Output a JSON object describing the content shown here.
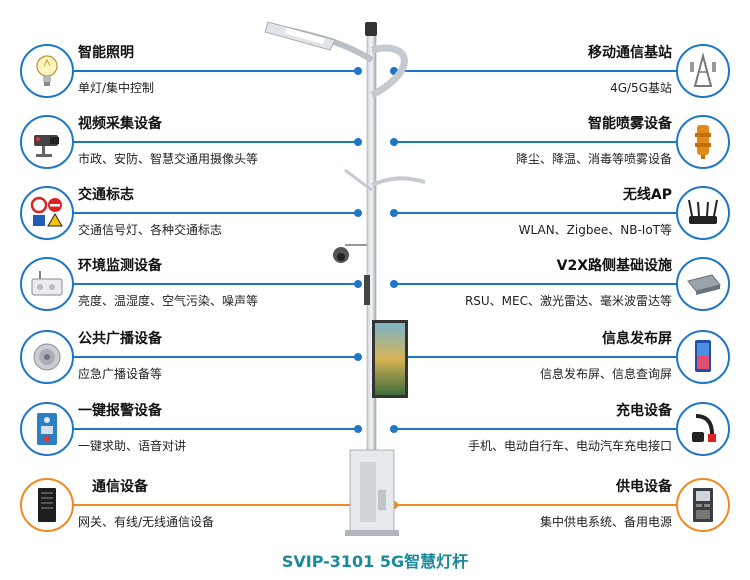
{
  "caption": "SVIP-3101 5G智慧灯杆",
  "left_items": [
    {
      "title": "智能照明",
      "desc": "单灯/集中控制",
      "icon": "light-bulb-icon",
      "accent": "blue"
    },
    {
      "title": "视频采集设备",
      "desc": "市政、安防、智慧交通用摄像头等",
      "icon": "camera-icon",
      "accent": "blue"
    },
    {
      "title": "交通标志",
      "desc": "交通信号灯、各种交通标志",
      "icon": "traffic-sign-icon",
      "accent": "blue"
    },
    {
      "title": "环境监测设备",
      "desc": "亮度、温湿度、空气污染、噪声等",
      "icon": "sensor-box-icon",
      "accent": "blue"
    },
    {
      "title": "公共广播设备",
      "desc": "应急广播设备等",
      "icon": "speaker-icon",
      "accent": "blue"
    },
    {
      "title": "一键报警设备",
      "desc": "一键求助、语音对讲",
      "icon": "alarm-panel-icon",
      "accent": "blue"
    },
    {
      "title": "通信设备",
      "desc": "网关、有线/无线通信设备",
      "icon": "server-cabinet-icon",
      "accent": "orange"
    }
  ],
  "right_items": [
    {
      "title": "移动通信基站",
      "desc": "4G/5G基站",
      "icon": "base-station-icon",
      "accent": "blue"
    },
    {
      "title": "智能喷雾设备",
      "desc": "降尘、降温、消毒等喷雾设备",
      "icon": "spray-nozzle-icon",
      "accent": "blue"
    },
    {
      "title": "无线AP",
      "desc": "WLAN、Zigbee、NB-IoT等",
      "icon": "wifi-router-icon",
      "accent": "blue"
    },
    {
      "title": "V2X路侧基础设施",
      "desc": "RSU、MEC、激光雷达、毫米波雷达等",
      "icon": "rsu-device-icon",
      "accent": "blue"
    },
    {
      "title": "信息发布屏",
      "desc": "信息发布屏、信息查询屏",
      "icon": "display-screen-icon",
      "accent": "blue"
    },
    {
      "title": "充电设备",
      "desc": "手机、电动自行车、电动汽车充电接口",
      "icon": "charging-plug-icon",
      "accent": "blue"
    },
    {
      "title": "供电设备",
      "desc": "集中供电系统、备用电源",
      "icon": "power-cabinet-icon",
      "accent": "orange"
    }
  ],
  "colors": {
    "blue": "#1e76c6",
    "orange": "#f08a20",
    "caption": "#1a8a9a"
  }
}
